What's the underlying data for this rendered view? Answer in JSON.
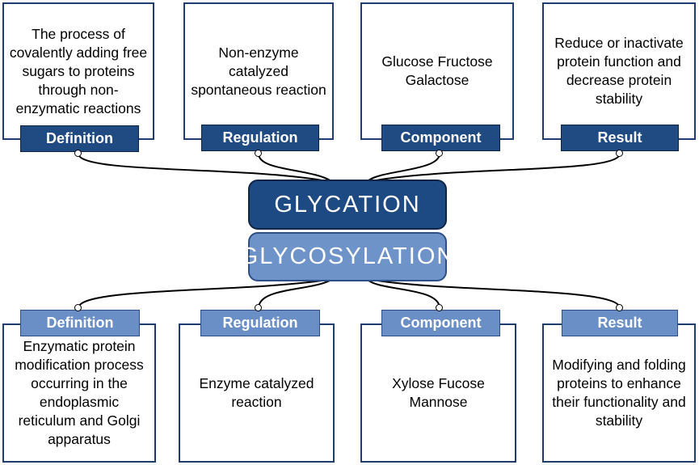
{
  "colors": {
    "dark_blue": "#1f4a82",
    "light_blue": "#6a8fc6",
    "border": "#1f3d6e"
  },
  "glycation": {
    "title": "GLYCATION",
    "cards": [
      {
        "label": "Definition",
        "text": "The process of covalently adding free sugars to proteins through non-enzymatic reactions"
      },
      {
        "label": "Regulation",
        "text": "Non-enzyme catalyzed spontaneous reaction"
      },
      {
        "label": "Component",
        "text": "Glucose Fructose Galactose"
      },
      {
        "label": "Result",
        "text": "Reduce or inactivate protein function and decrease protein stability"
      }
    ]
  },
  "glycosylation": {
    "title": "GLYCOSYLATION",
    "cards": [
      {
        "label": "Definition",
        "text": "Enzymatic protein modification process occurring in the endoplasmic reticulum and Golgi apparatus"
      },
      {
        "label": "Regulation",
        "text": "Enzyme catalyzed reaction"
      },
      {
        "label": "Component",
        "text": "Xylose Fucose Mannose"
      },
      {
        "label": "Result",
        "text": "Modifying and folding proteins to enhance their functionality and stability"
      }
    ]
  }
}
